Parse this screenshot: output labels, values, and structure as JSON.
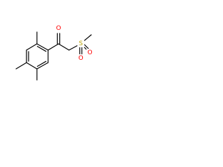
{
  "molecule": {
    "atoms": {
      "o_carbonyl": {
        "symbol": "O",
        "color": "#ff0000"
      },
      "s_sulfonyl": {
        "symbol": "S",
        "color": "#b8a000"
      },
      "o_sulfonyl_1": {
        "symbol": "O",
        "color": "#ff0000"
      },
      "o_sulfonyl_2": {
        "symbol": "O",
        "color": "#ff0000"
      }
    },
    "bond_color": "#000000"
  }
}
